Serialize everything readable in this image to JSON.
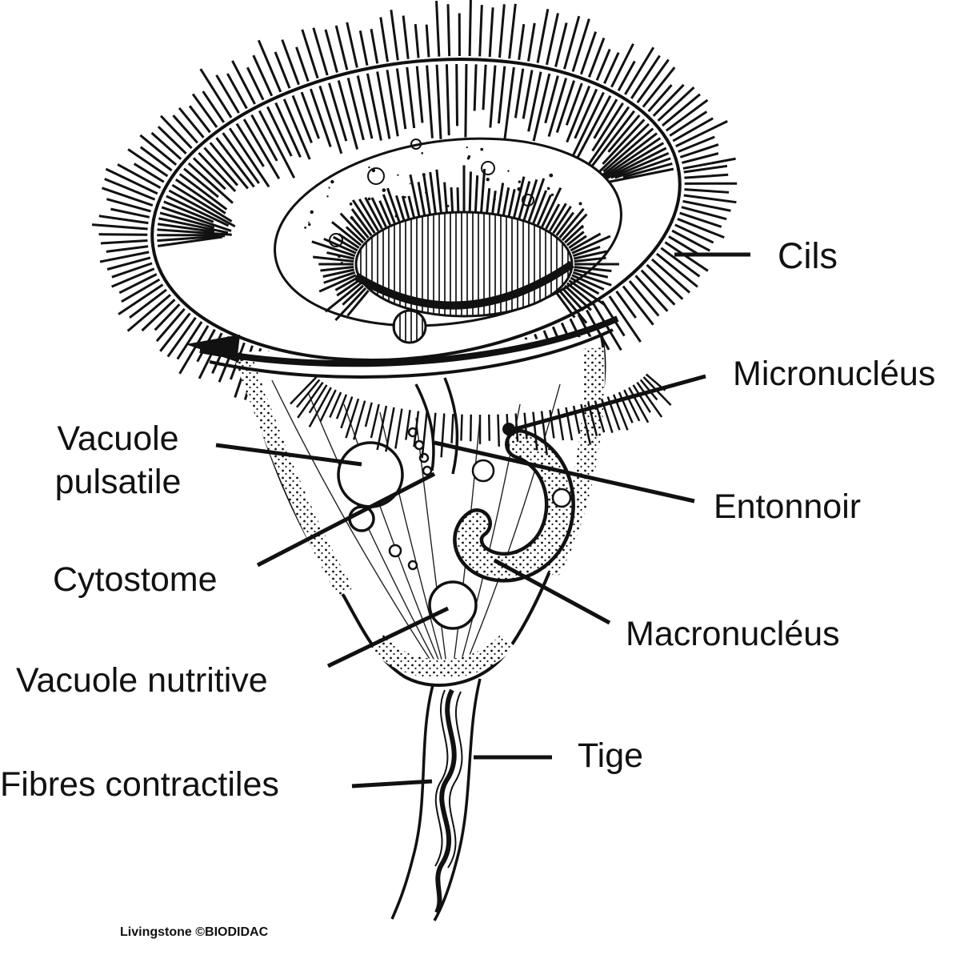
{
  "figure": {
    "subject": "vorticella-anatomy-diagram",
    "colors": {
      "ink": "#111111",
      "background": "#ffffff"
    },
    "labels": [
      {
        "id": "cils",
        "text": "Cils"
      },
      {
        "id": "micronucleus",
        "text": "Micronucléus"
      },
      {
        "id": "vacuole-pulsatile",
        "text": "Vacuole pulsatile"
      },
      {
        "id": "entonnoir",
        "text": "Entonnoir"
      },
      {
        "id": "cytostome",
        "text": "Cytostome"
      },
      {
        "id": "macronucleus",
        "text": "Macronucléus"
      },
      {
        "id": "vacuole-nutritive",
        "text": "Vacuole nutritive"
      },
      {
        "id": "tige",
        "text": "Tige"
      },
      {
        "id": "fibres-contractiles",
        "text": "Fibres contractiles"
      }
    ],
    "credit": "Livingstone ©BIODIDAC"
  }
}
